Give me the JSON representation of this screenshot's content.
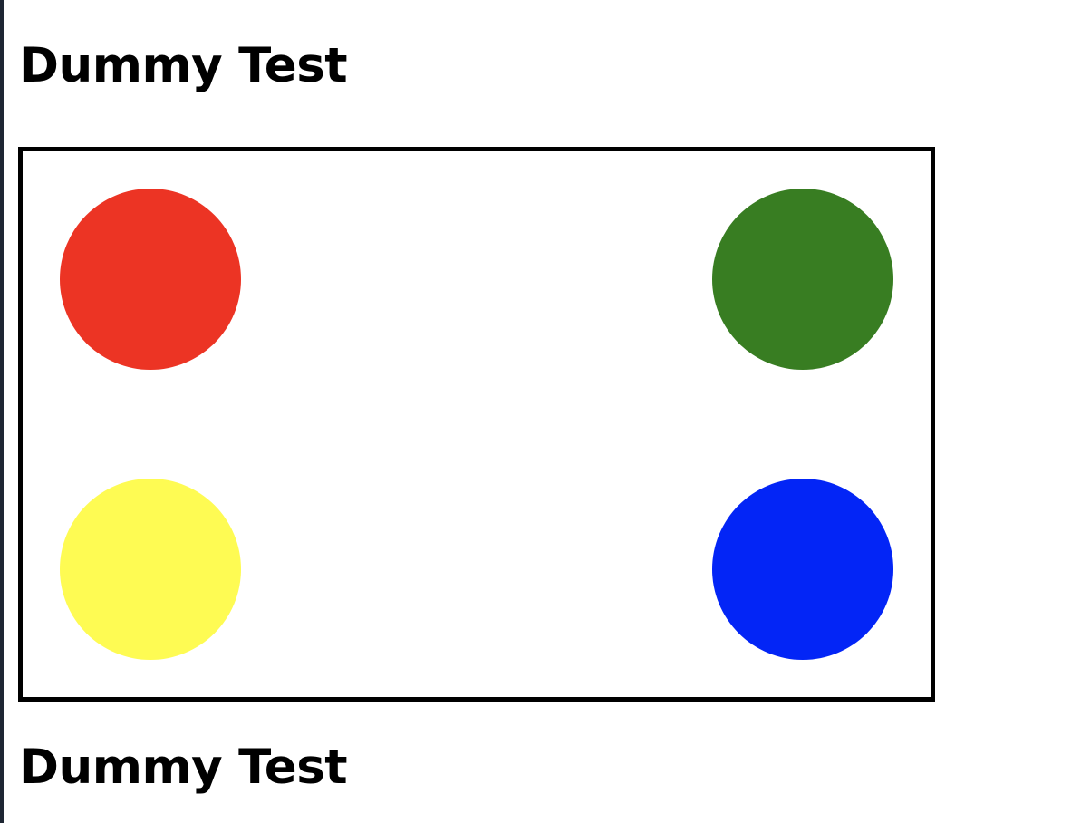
{
  "header": {
    "title": "Dummy Test"
  },
  "footer": {
    "title": "Dummy Test"
  },
  "circles": [
    {
      "name": "red-circle",
      "color": "#ec3424"
    },
    {
      "name": "green-circle",
      "color": "#387d22"
    },
    {
      "name": "yellow-circle",
      "color": "#fefb53"
    },
    {
      "name": "blue-circle",
      "color": "#0325f6"
    }
  ]
}
